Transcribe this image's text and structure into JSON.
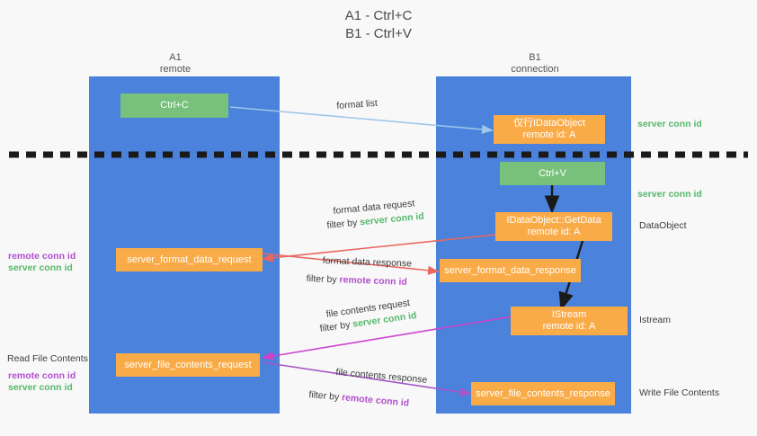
{
  "title": "A1 - Ctrl+C\nB1 - Ctrl+V",
  "columns": [
    {
      "name": "A1",
      "sub": "remote"
    },
    {
      "name": "B1",
      "sub": "connection"
    }
  ],
  "boxes": {
    "ctrl_c": "Ctrl+C",
    "ctrl_v": "Ctrl+V",
    "idataobject_line1": "仅行IDataObject",
    "idataobject_line2": "remote id: A",
    "getdata_line1": "IDataObject::GetData",
    "getdata_line2": "remote id: A",
    "istream_line1": "IStream",
    "istream_line2": "remote id: A",
    "server_format_data_request": "server_format_data_request",
    "server_format_data_response": "server_format_data_response",
    "server_file_contents_request": "server_file_contents_request",
    "server_file_contents_response": "server_file_contents_response"
  },
  "edge_labels": {
    "format_list": "format list",
    "format_data_request": "format data request",
    "format_data_response": "format data response",
    "file_contents_request": "file contents request",
    "file_contents_response": "file contents response",
    "filter_by": "filter by ",
    "server_conn_id": "server conn id",
    "remote_conn_id": "remote conn id"
  },
  "right_labels": {
    "server_conn_id_top": "server conn id",
    "server_conn_id_mid": "server conn id",
    "dataobject": "DataObject",
    "istream": "Istream",
    "write_file_contents": "Write File Contents"
  },
  "left_labels": {
    "remote_conn_id_1": "remote conn id",
    "server_conn_id_1": "server conn id",
    "read_file_contents": "Read File Contents",
    "remote_conn_id_2": "remote conn id",
    "server_conn_id_2": "server conn id"
  },
  "colors": {
    "band": "#4a82dc",
    "orange": "#f9ab48",
    "green_box": "#78c17c",
    "green_text": "#56b86b",
    "purple_text": "#b24fce",
    "arrow_blue": "#9dc6ea",
    "arrow_red": "#e8675f",
    "arrow_magenta": "#cc44cc",
    "arrow_purple": "#a855c8",
    "arrow_black": "#1a1a1a",
    "background": "#f8f8f8"
  }
}
